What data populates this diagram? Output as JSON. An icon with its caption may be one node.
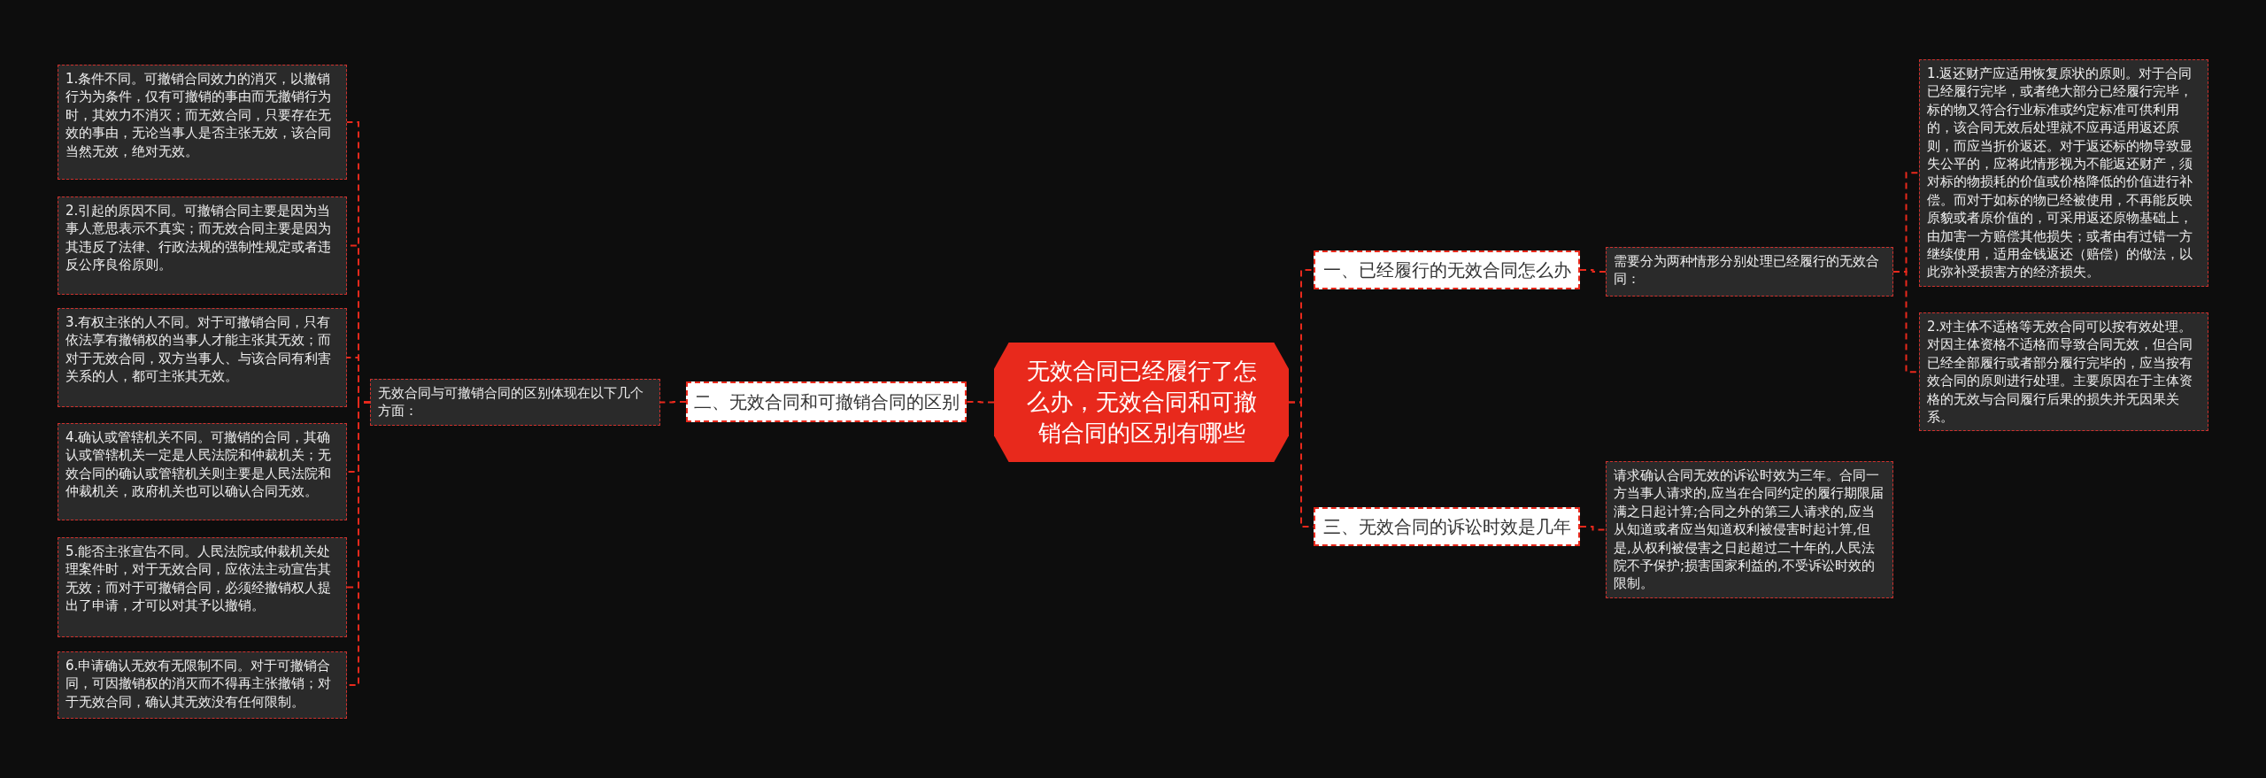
{
  "diagram": {
    "nodes": [
      {
        "text": [
          "无效合同已经履行了怎么办，无效合同和可撤销合同的区别有哪些"
        ]
      },
      {
        "text": [
          "一、已经履行的无效合同怎么办"
        ]
      },
      {
        "text": [
          "需要分为两种情形分别处理已经履行的无效合同："
        ]
      },
      {
        "text": [
          "1.返还财产应适用恢复原状的原则。对于合同已经履行完毕，或者绝大部分已经履行完毕，标的物又符合行业标准或约定标准可供利用的，该合同无效后处理就不应再适用返还原则，而应当折价返还。对于返还标的物导致显失公平的，应将此情形视为不能返还财产，须对标的物损耗的价值或价格降低的价值进行补偿。而对于如标的物已经被使用，不再能反映原貌或者原价值的，可采用返还原物基础上，由加害一方赔偿其他损失；或者由有过错一方继续使用，适用金钱返还（赔偿）的做法，以此弥补受损害方的经济损失。"
        ]
      },
      {
        "text": [
          "2.对主体不适格等无效合同可以按有效处理。对因主体资格不适格而导致合同无效，但合同已经全部履行或者部分履行完毕的，应当按有效合同的原则进行处理。主要原因在于主体资格的无效与合同履行后果的损失并无因果关系。"
        ]
      },
      {
        "text": [
          "二、无效合同和可撤销合同的区别"
        ]
      },
      {
        "text": [
          "无效合同与可撤销合同的区别体现在以下几个方面："
        ]
      },
      {
        "text": [
          "1.条件不同。可撤销合同效力的消灭，以撤销行为为条件，仅有可撤销的事由而无撤销行为时，其效力不消灭；而无效合同，只要存在无效的事由，无论当事人是否主张无效，该合同当然无效，绝对无效。"
        ]
      },
      {
        "text": [
          "2.引起的原因不同。可撤销合同主要是因为当事人意思表示不真实；而无效合同主要是因为其违反了法律、行政法规的强制性规定或者违反公序良俗原则。"
        ]
      },
      {
        "text": [
          "3.有权主张的人不同。对于可撤销合同，只有依法享有撤销权的当事人才能主张其无效；而对于无效合同，双方当事人、与该合同有利害关系的人，都可主张其无效。"
        ]
      },
      {
        "text": [
          "4.确认或管辖机关不同。可撤销的合同，其确认或管辖机关一定是人民法院和仲裁机关；无效合同的确认或管辖机关则主要是人民法院和仲裁机关，政府机关也可以确认合同无效。"
        ]
      },
      {
        "text": [
          "5.能否主张宣告不同。人民法院或仲裁机关处理案件时，对于无效合同，应依法主动宣告其无效；而对于可撤销合同，必须经撤销权人提出了申请，才可以对其予以撤销。"
        ]
      },
      {
        "text": [
          "6.申请确认无效有无限制不同。对于可撤销合同，可因撤销权的消灭而不得再主张撤销；对于无效合同，确认其无效没有任何限制。"
        ]
      },
      {
        "text": [
          "三、无效合同的诉讼时效是几年"
        ]
      },
      {
        "text": [
          "请求确认合同无效的诉讼时效为三年。合同一方当事人请求的,应当在合同约定的履行期限届满之日起计算;合同之外的第三人请求的,应当从知道或者应当知道权利被侵害时起计算,但是,从权利被侵害之日起超过二十年的,人民法院不予保护;损害国家利益的,不受诉讼时效的限制。"
        ]
      }
    ],
    "edges": [
      {
        "from": 0,
        "to": 1,
        "arrow": "none"
      },
      {
        "from": 1,
        "to": 2,
        "arrow": "none"
      },
      {
        "from": 2,
        "to": 3,
        "arrow": "none"
      },
      {
        "from": 2,
        "to": 4,
        "arrow": "none"
      },
      {
        "from": 0,
        "to": 5,
        "arrow": "none"
      },
      {
        "from": 5,
        "to": 6,
        "arrow": "none"
      },
      {
        "from": 6,
        "to": 7,
        "arrow": "none"
      },
      {
        "from": 6,
        "to": 8,
        "arrow": "none"
      },
      {
        "from": 6,
        "to": 9,
        "arrow": "none"
      },
      {
        "from": 6,
        "to": 10,
        "arrow": "none"
      },
      {
        "from": 6,
        "to": 11,
        "arrow": "none"
      },
      {
        "from": 6,
        "to": 12,
        "arrow": "none"
      },
      {
        "from": 0,
        "to": 13,
        "arrow": "none"
      },
      {
        "from": 13,
        "to": 14,
        "arrow": "none"
      }
    ]
  }
}
